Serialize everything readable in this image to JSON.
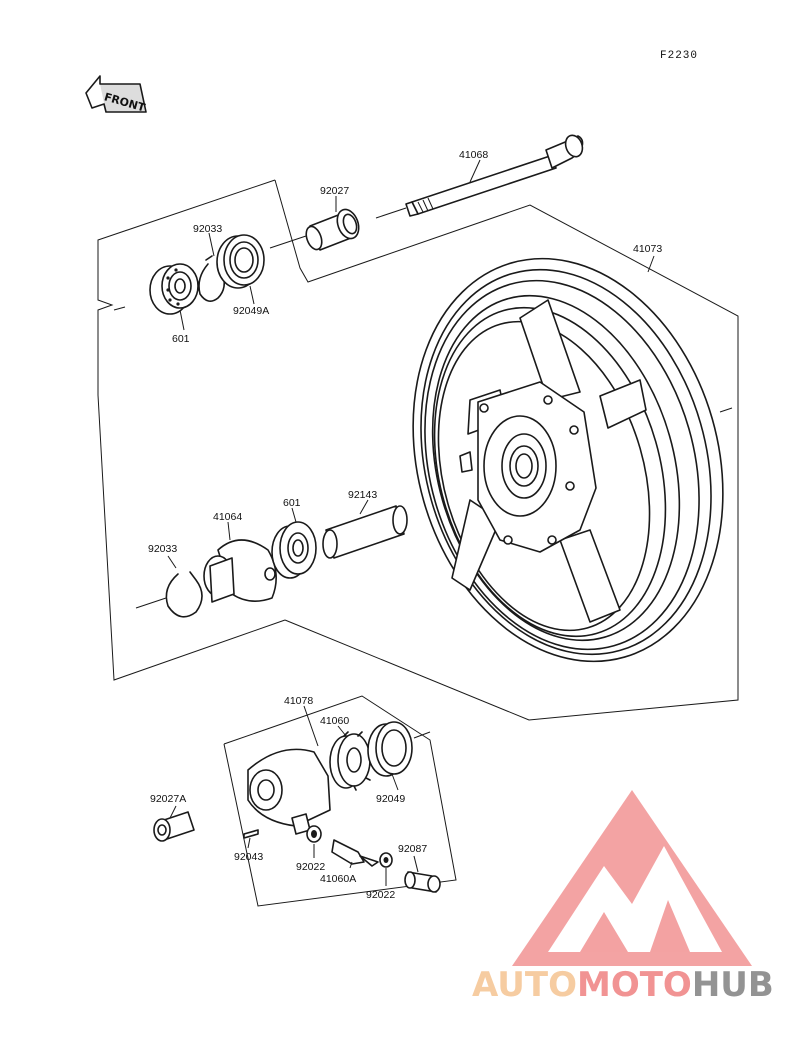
{
  "figure_code": "F2230",
  "front_arrow_label": "FRONT",
  "parts": {
    "p41068": "41068",
    "p92027_top": "92027",
    "p92033_top": "92033",
    "p92049A": "92049A",
    "p601_top": "601",
    "p41073": "41073",
    "p41064": "41064",
    "p601_mid": "601",
    "p92143": "92143",
    "p92033_mid": "92033",
    "p41078": "41078",
    "p41060": "41060",
    "p92049": "92049",
    "p92027A": "92027A",
    "p92043": "92043",
    "p92022_left": "92022",
    "p41060A": "41060A",
    "p92087": "92087",
    "p92022_right": "92022"
  },
  "watermark": {
    "part1": "AUTO",
    "part2": "MOTO",
    "part3": "HUB",
    "color_light": "#f6c89a",
    "color_mid": "#f08a8a",
    "color_dark": "#8a8a8a"
  }
}
